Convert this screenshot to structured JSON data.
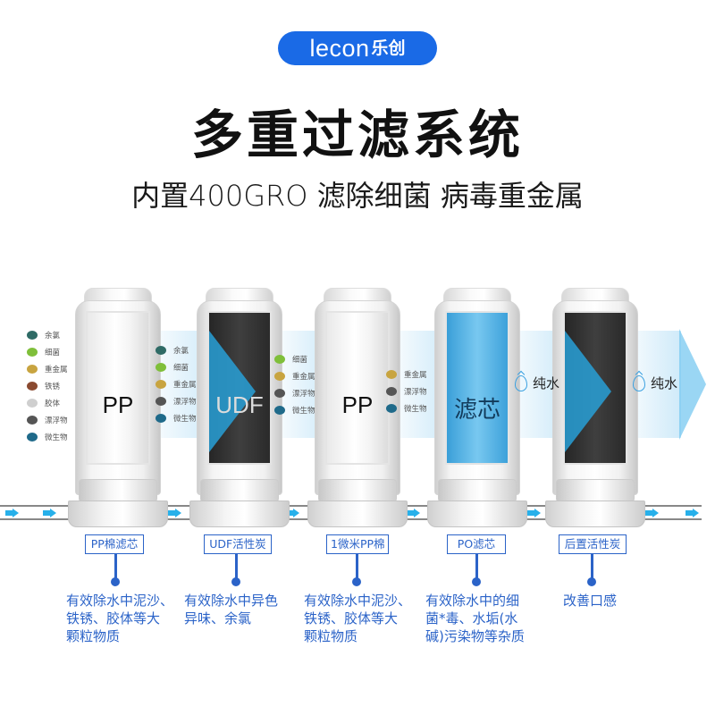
{
  "brand": {
    "logo_en": "lecon",
    "logo_cn": "乐创",
    "logo_bg": "#1a6ae6"
  },
  "header": {
    "title": "多重过滤系统",
    "subtitle": "内置400GRO 滤除细菌 病毒重金属"
  },
  "filters": [
    {
      "label": "PP",
      "window": "white",
      "label_color": "#111111"
    },
    {
      "label": "UDF",
      "window": "black",
      "label_color": "#dcdcdc"
    },
    {
      "label": "PP",
      "window": "white",
      "label_color": "#111111"
    },
    {
      "label": "滤芯",
      "window": "blue",
      "label_color": "#123a5a"
    },
    {
      "label": "",
      "window": "black",
      "label_color": "#dcdcdc"
    }
  ],
  "impurities": {
    "stage0": [
      "余氯",
      "细菌",
      "重金属",
      "铁锈",
      "胶体",
      "漂浮物",
      "微生物"
    ],
    "stage1": [
      "余氯",
      "细菌",
      "重金属",
      "漂浮物",
      "微生物"
    ],
    "stage2": [
      "细菌",
      "重金属",
      "漂浮物",
      "微生物"
    ],
    "stage3": [
      "重金属",
      "漂浮物",
      "微生物"
    ]
  },
  "impurity_colors": {
    "余氯": "#2f6b66",
    "细菌": "#7fbf3a",
    "重金属": "#c8a440",
    "铁锈": "#8a4a30",
    "胶体": "#bbbbbb",
    "漂浮物": "#555555",
    "微生物": "#1f6a8a"
  },
  "pure_water": [
    {
      "label": "纯水"
    },
    {
      "label": "纯水"
    }
  ],
  "stages": [
    {
      "name": "PP棉滤芯",
      "desc_lines": [
        "有效除水中泥沙、",
        "铁锈、胶体等大",
        "颗粒物质"
      ]
    },
    {
      "name": "UDF活性炭",
      "desc_lines": [
        "有效除水中异色",
        "异味、余氯"
      ]
    },
    {
      "name": "1微米PP棉",
      "desc_lines": [
        "有效除水中泥沙、",
        "铁锈、胶体等大",
        "颗粒物质"
      ]
    },
    {
      "name": "PO滤芯",
      "desc_lines": [
        "有效除水中的细",
        "菌*毒、水垢(水",
        "碱)污染物等杂质"
      ]
    },
    {
      "name": "后置活性炭",
      "desc_lines": [
        "改善口感"
      ]
    }
  ],
  "colors": {
    "stage_blue": "#2b63c8",
    "flow_arrow": "#27b0ea"
  }
}
